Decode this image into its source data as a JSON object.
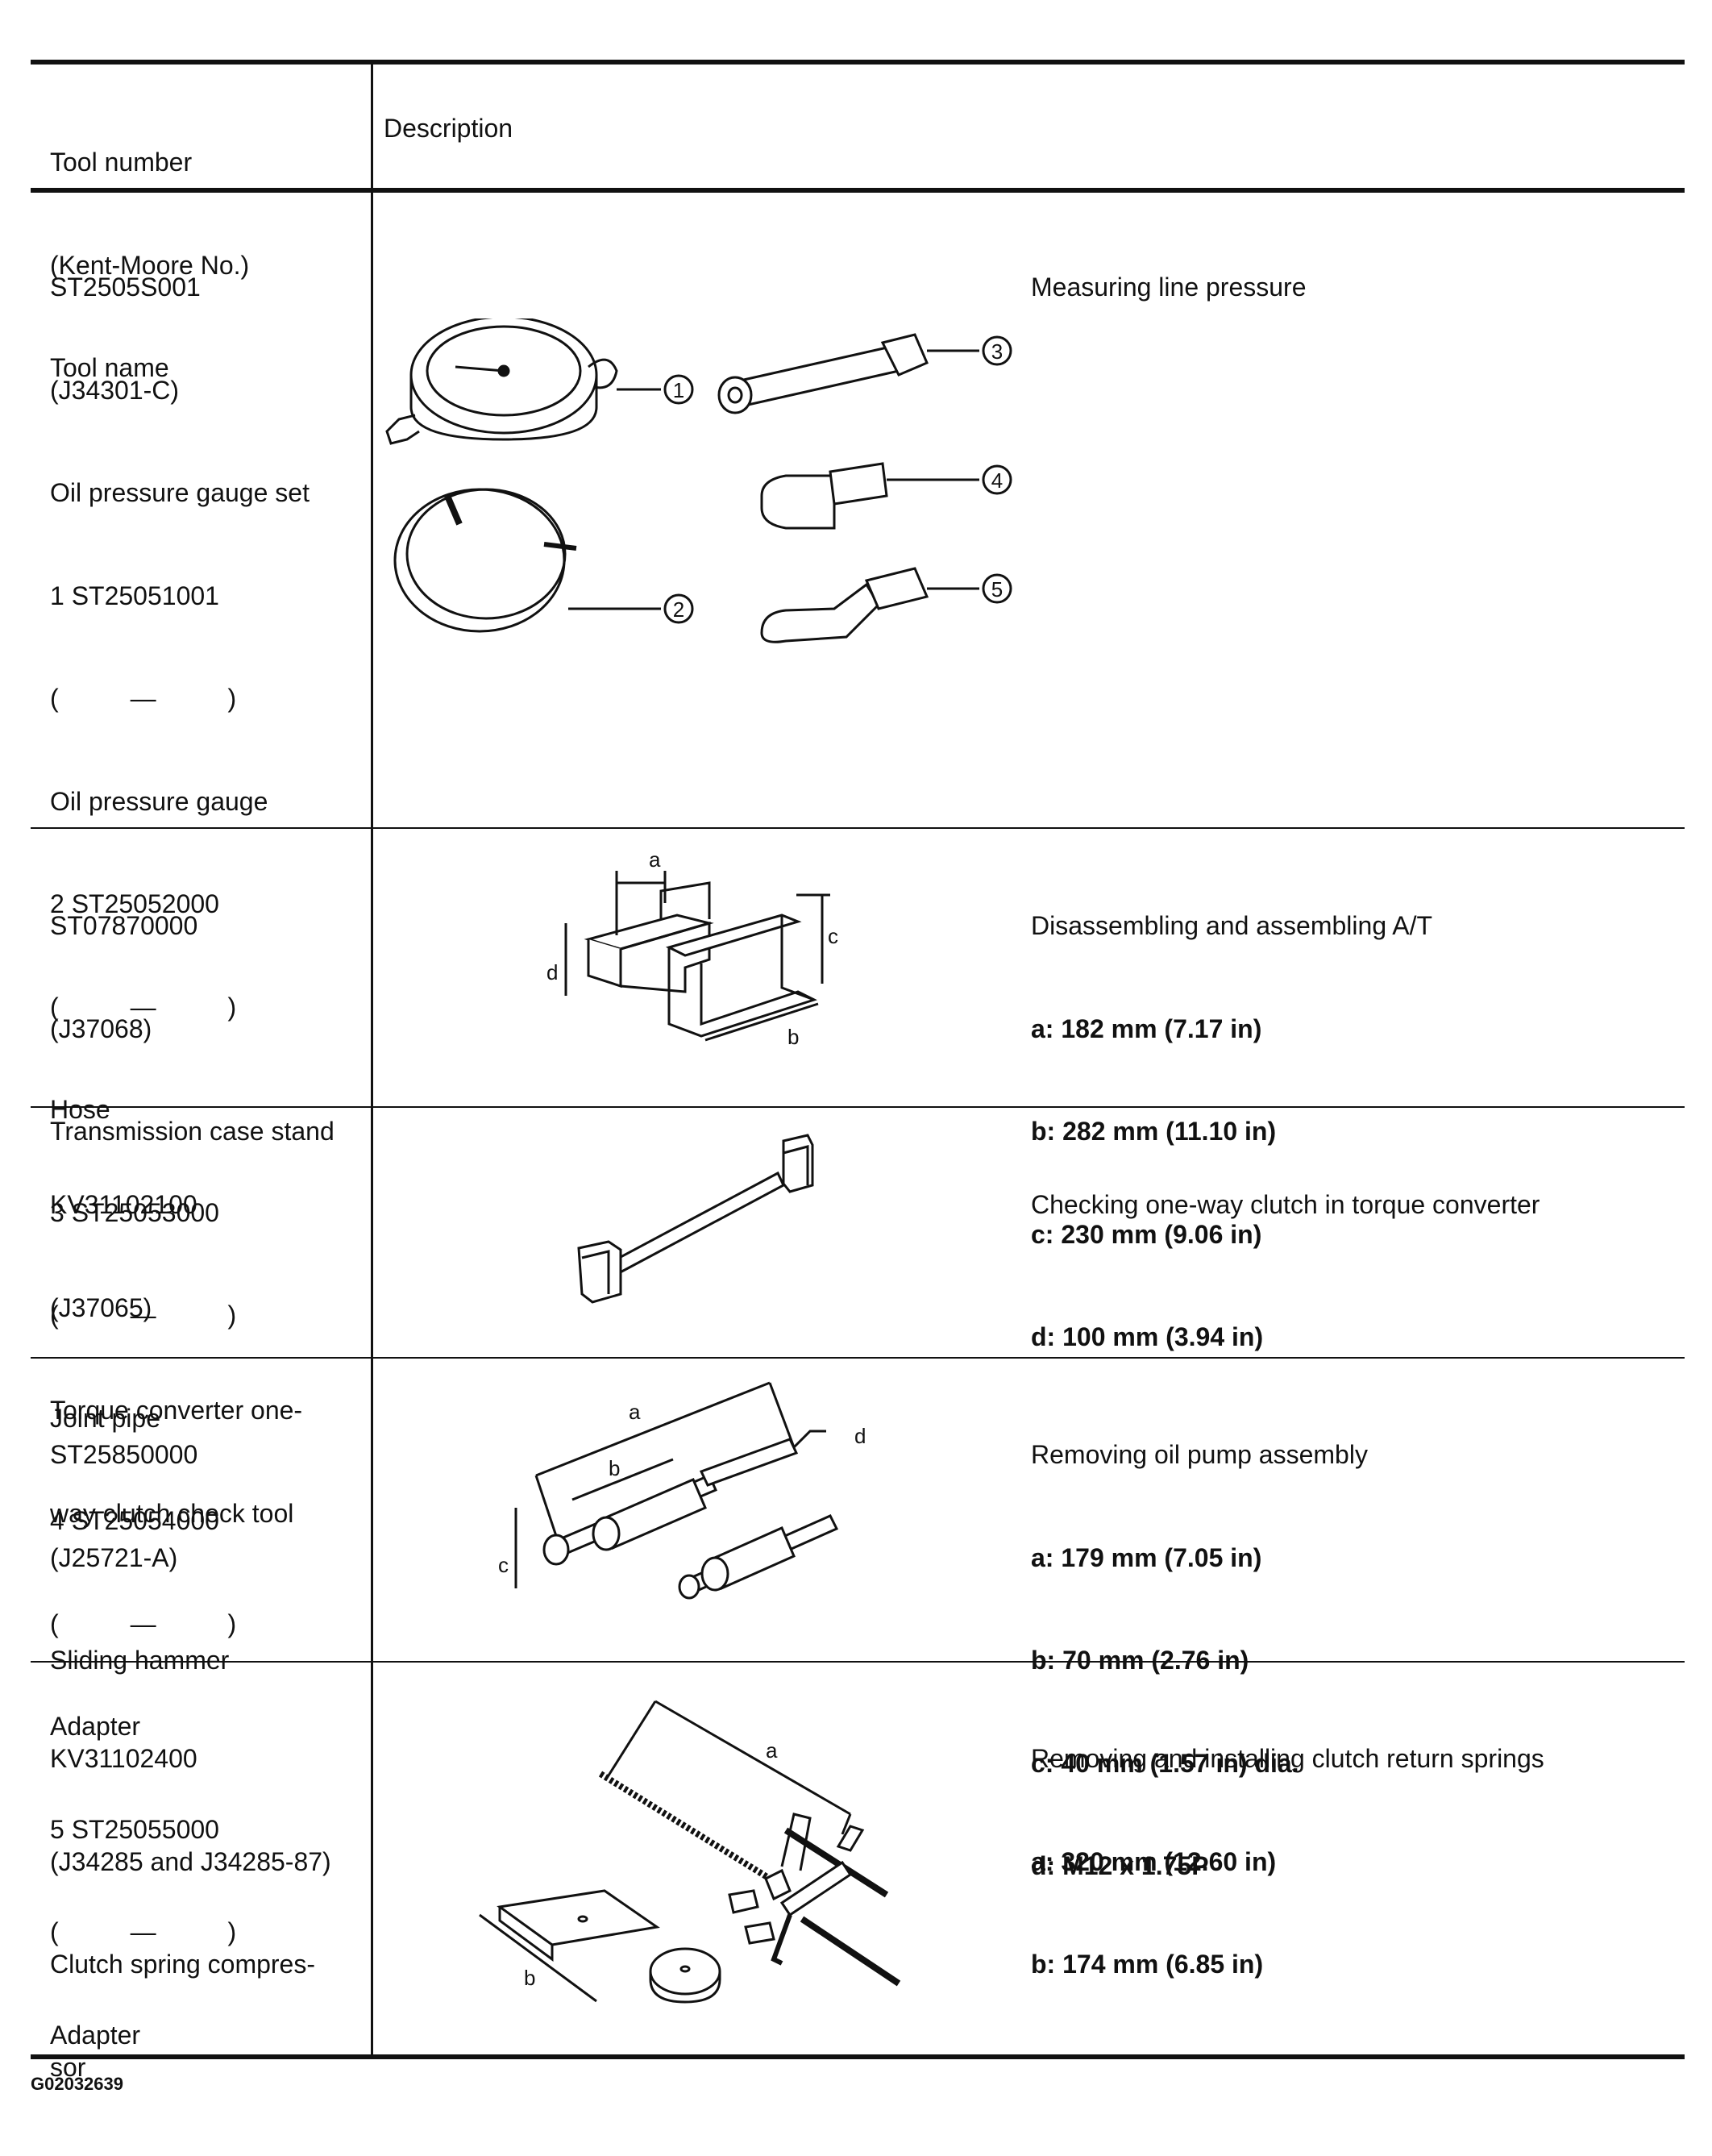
{
  "header": {
    "col1": [
      "Tool number",
      "(Kent-Moore No.)",
      "Tool name"
    ],
    "col2": "Description"
  },
  "rows": [
    {
      "col1": [
        "ST2505S001",
        "(J34301-C)",
        "Oil pressure gauge set",
        "1 ST25051001",
        "(          —          )",
        "Oil pressure gauge",
        "2 ST25052000",
        "(          —          )",
        "Hose",
        "3 ST25053000",
        "(          —          )",
        "Joint pipe",
        "4 ST25054000",
        "(          —          )",
        "Adapter",
        "5 ST25055000",
        "(          —          )",
        "Adapter"
      ],
      "description": [
        "Measuring line pressure"
      ],
      "specs": [],
      "callouts": [
        "1",
        "2",
        "3",
        "4",
        "5"
      ]
    },
    {
      "col1": [
        "ST07870000",
        "(J37068)",
        "Transmission case stand"
      ],
      "description": [
        "Disassembling and assembling A/T"
      ],
      "specs": [
        "a: 182 mm (7.17 in)",
        "b: 282 mm (11.10 in)",
        "c: 230 mm (9.06 in)",
        "d: 100 mm (3.94 in)"
      ],
      "dim_labels": [
        "a",
        "b",
        "c",
        "d"
      ]
    },
    {
      "col1": [
        "KV31102100",
        "(J37065)",
        "Torque converter one-",
        "way clutch check tool"
      ],
      "description": [
        "Checking one-way clutch in torque converter"
      ],
      "specs": []
    },
    {
      "col1": [
        "ST25850000",
        "(J25721-A)",
        "Sliding hammer"
      ],
      "description": [
        "Removing oil pump assembly"
      ],
      "specs": [
        "a: 179 mm (7.05 in)",
        "b: 70 mm (2.76 in)",
        "c: 40 mm (1.57 in) dia.",
        "d: M12 x 1.75P"
      ],
      "dim_labels": [
        "a",
        "b",
        "c",
        "d"
      ]
    },
    {
      "col1": [
        "KV31102400",
        "(J34285 and J34285-87)",
        "Clutch spring compres-",
        "sor"
      ],
      "description": [
        "Removing and installing clutch return springs"
      ],
      "specs": [
        "a: 320 mm (12.60 in)",
        "b: 174 mm (6.85 in)"
      ],
      "dim_labels": [
        "a",
        "b"
      ]
    }
  ],
  "footer_code": "G02032639"
}
